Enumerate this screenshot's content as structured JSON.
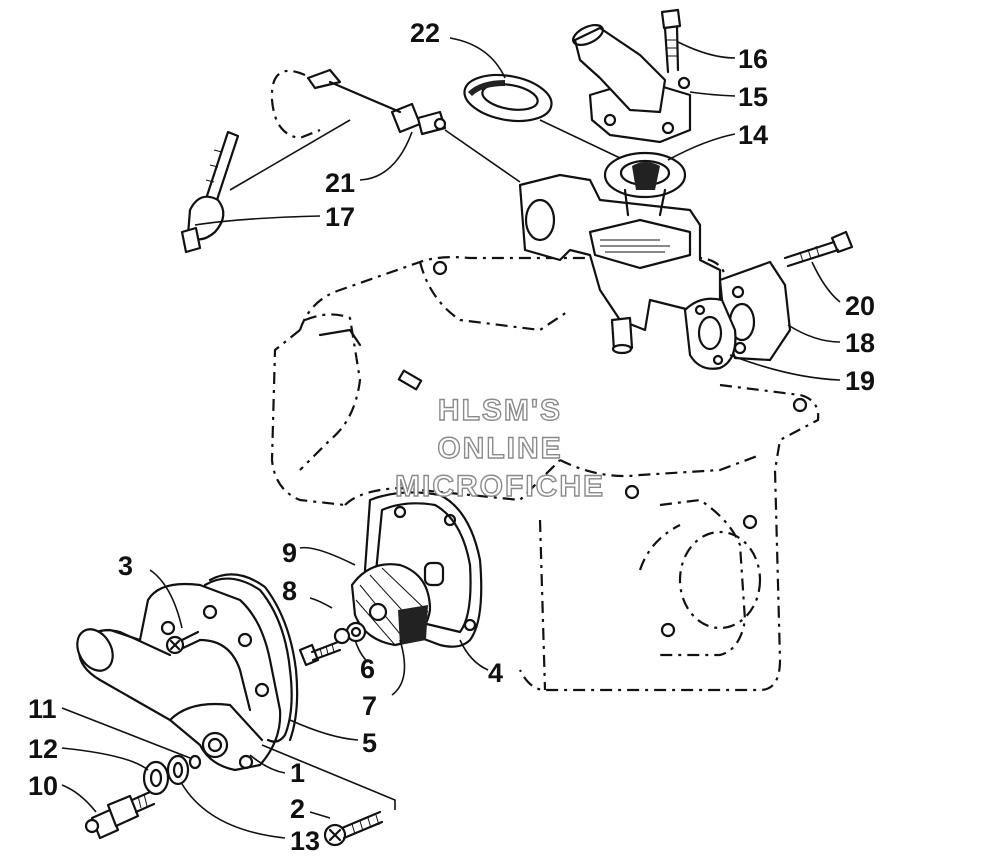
{
  "diagram": {
    "watermark_lines": [
      "HLSM'S",
      "ONLINE",
      "MICROFICHE"
    ],
    "callouts": [
      "1",
      "2",
      "3",
      "4",
      "5",
      "6",
      "7",
      "8",
      "9",
      "10",
      "11",
      "12",
      "13",
      "14",
      "15",
      "16",
      "17",
      "18",
      "19",
      "20",
      "21",
      "22"
    ]
  }
}
